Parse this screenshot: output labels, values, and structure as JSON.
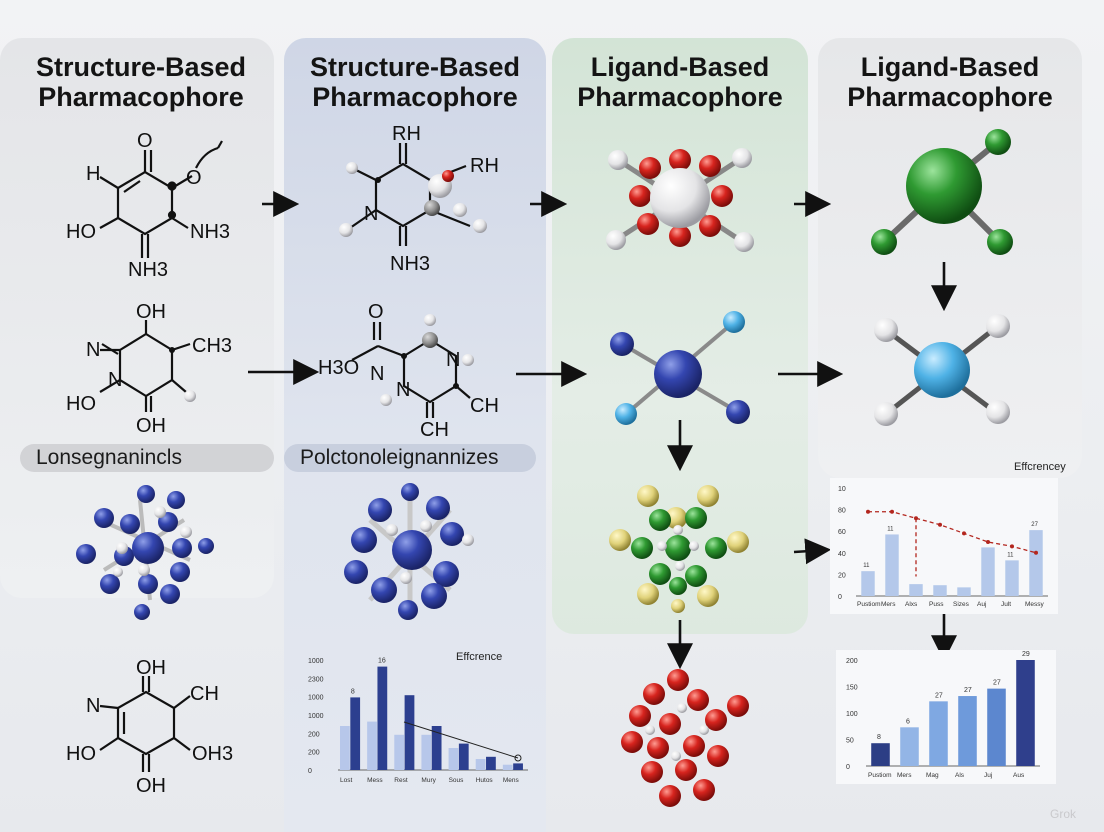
{
  "columns": [
    {
      "title_line1": "Structure-Based",
      "title_line2": "Pharmacophore"
    },
    {
      "title_line1": "Structure-Based",
      "title_line2": "Pharmacophore"
    },
    {
      "title_line1": "Ligand-Based",
      "title_line2": "Pharmacophore"
    },
    {
      "title_line1": "Ligand-Based",
      "title_line2": "Pharmacophore"
    }
  ],
  "pills": {
    "left": "Lonsegnanincls",
    "middle": "Polctonoleignannizes"
  },
  "structures": {
    "s1": {
      "top": "O",
      "left": "H",
      "right": "O",
      "bl": "HO",
      "br": "NH3",
      "bottom": "NH3"
    },
    "s2": {
      "top": "RH",
      "right": "RH",
      "n": "N",
      "bottom": "NH3"
    },
    "s3": {
      "top": "OH",
      "left": "N",
      "right": "CH3",
      "n": "N",
      "bl": "HO",
      "bottom": "OH"
    },
    "s4": {
      "top": "O",
      "n1": "N",
      "n2": "N",
      "n3": "N",
      "left": "H3O",
      "right": "CH",
      "bottom": "CH"
    },
    "s5": {
      "top": "OH",
      "left": "N",
      "right": "CH",
      "bl": "HO",
      "br": "OH3",
      "bottom": "OH"
    }
  },
  "chart_right_top": {
    "title": "Effcrencey",
    "ytick_labels": [
      "10",
      "80",
      "60",
      "40",
      "20",
      "0"
    ],
    "categories": [
      "Pustiom",
      "Mers",
      "Alxs",
      "Puss",
      "Sizes",
      "Auj",
      "Jult",
      "Messy"
    ],
    "bar_labels": [
      "11",
      "11",
      "",
      "",
      "",
      "",
      "11",
      "27"
    ],
    "line_label": "11"
  },
  "chart_right_bottom": {
    "ytick_labels": [
      "200",
      "150",
      "100",
      "50",
      "0"
    ],
    "categories": [
      "Pustiom",
      "Mers",
      "Mag",
      "Als",
      "Juj",
      "Aus"
    ],
    "bar_labels": [
      "8",
      "6",
      "27",
      "27",
      "27",
      "29"
    ]
  },
  "chart_middle": {
    "title": "Effcrence",
    "ytick_labels": [
      "1000",
      "2300",
      "1000",
      "1000",
      "200",
      "200",
      "0"
    ],
    "categories": [
      "Lost",
      "Mess",
      "Rest",
      "Mury",
      "Sous",
      "Hutos",
      "Mens"
    ],
    "bar_labels": [
      "8",
      "16"
    ]
  },
  "chart_data": [
    {
      "type": "bar",
      "title": "Effcrencey",
      "categories": [
        "Pustiom",
        "Mers",
        "Alxs",
        "Puss",
        "Sizes",
        "Auj",
        "Jult",
        "Messy"
      ],
      "values": [
        23,
        57,
        11,
        10,
        8,
        45,
        33,
        61
      ],
      "ylim": [
        0,
        100
      ],
      "series_line": [
        78,
        78,
        72,
        66,
        58,
        50,
        46,
        40
      ]
    },
    {
      "type": "bar",
      "categories": [
        "Pustiom",
        "Mers",
        "Mag",
        "Als",
        "Juj",
        "Aus"
      ],
      "values": [
        43,
        73,
        122,
        132,
        146,
        200
      ],
      "ylim": [
        0,
        200
      ]
    },
    {
      "type": "bar",
      "title": "Effcrence",
      "categories": [
        "Lost",
        "Mess",
        "Rest",
        "Mury",
        "Sous",
        "Hutos",
        "Mens"
      ],
      "series": [
        {
          "values": [
            1000,
            1100,
            800,
            800,
            500,
            250,
            120
          ]
        },
        {
          "values": [
            1650,
            2350,
            1700,
            1000,
            600,
            300,
            150
          ]
        }
      ]
    }
  ],
  "colors": {
    "blue": "#2f3f9e",
    "lightblue": "#56b6e6",
    "red": "#c8201c",
    "green": "#2b8f2e",
    "yellow": "#e0d27a"
  },
  "watermark": "Grok"
}
